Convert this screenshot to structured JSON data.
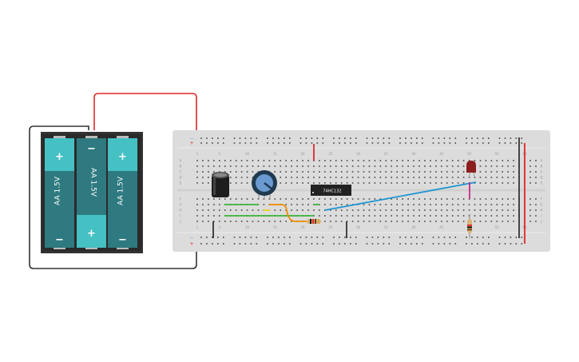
{
  "breadboard": {
    "column_numbers": [
      "1",
      "5",
      "10",
      "15",
      "20",
      "25",
      "30",
      "35",
      "40",
      "45",
      "50",
      "55",
      "60"
    ],
    "row_letters_top": [
      "A",
      "B",
      "C",
      "D",
      "E"
    ],
    "row_letters_bottom": [
      "F",
      "G",
      "H",
      "I",
      "J"
    ],
    "rail_minus": "−",
    "rail_plus": "+"
  },
  "battery": {
    "cells": [
      {
        "label": "AA 1.5V",
        "top": "+",
        "bottom": "−"
      },
      {
        "label": "AA 1.5V",
        "top": "−",
        "bottom": "+"
      },
      {
        "label": "AA 1.5V",
        "top": "+",
        "bottom": "−"
      }
    ]
  },
  "chip": {
    "label": "74HC132"
  },
  "colors": {
    "breadboard": "#dcdcdc",
    "battery_cell": "#2e7a80",
    "battery_cap": "#45c1c4",
    "wire_red": "#e0262a",
    "wire_black": "#333333",
    "wire_green": "#3cb43c",
    "wire_orange": "#f08c00",
    "wire_blue": "#1e96d2",
    "wire_magenta": "#c8288c",
    "wire_yellow": "#f0d22a",
    "led": "#8c1e1e",
    "pot": "#6a9ad0"
  }
}
